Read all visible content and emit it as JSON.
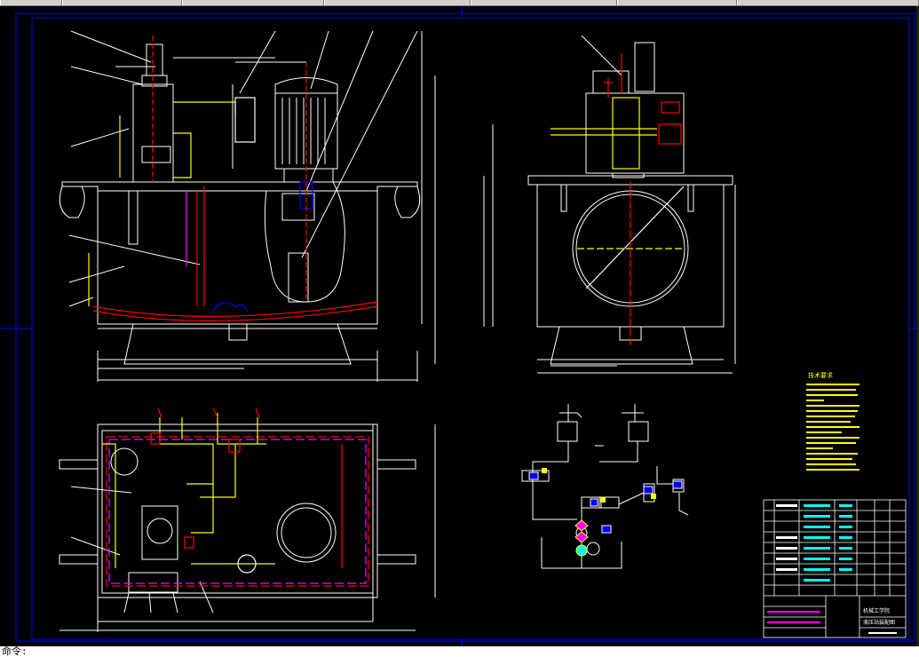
{
  "app": {
    "tabs": [
      {
        "label": ""
      },
      {
        "label": ""
      },
      {
        "label": ""
      },
      {
        "label": ""
      },
      {
        "label": ""
      },
      {
        "label": ""
      },
      {
        "label": ""
      }
    ]
  },
  "drawing": {
    "background": "#000000",
    "frame_color": "#0000ff",
    "line_color": "#ffffff",
    "accent_colors": {
      "yellow": "#ffff00",
      "red": "#ff0000",
      "magenta": "#ff00ff",
      "cyan": "#00ffff",
      "blue": "#0000ff",
      "green": "#00ff00"
    },
    "views": [
      "front-view",
      "side-view",
      "top-view",
      "hydraulic-schematic"
    ],
    "technical_requirements_title": "技术要求",
    "title_block": {
      "school": "机械工学院",
      "drawing_name": "液压站装配图"
    }
  },
  "command_line": {
    "text": "命令:"
  }
}
